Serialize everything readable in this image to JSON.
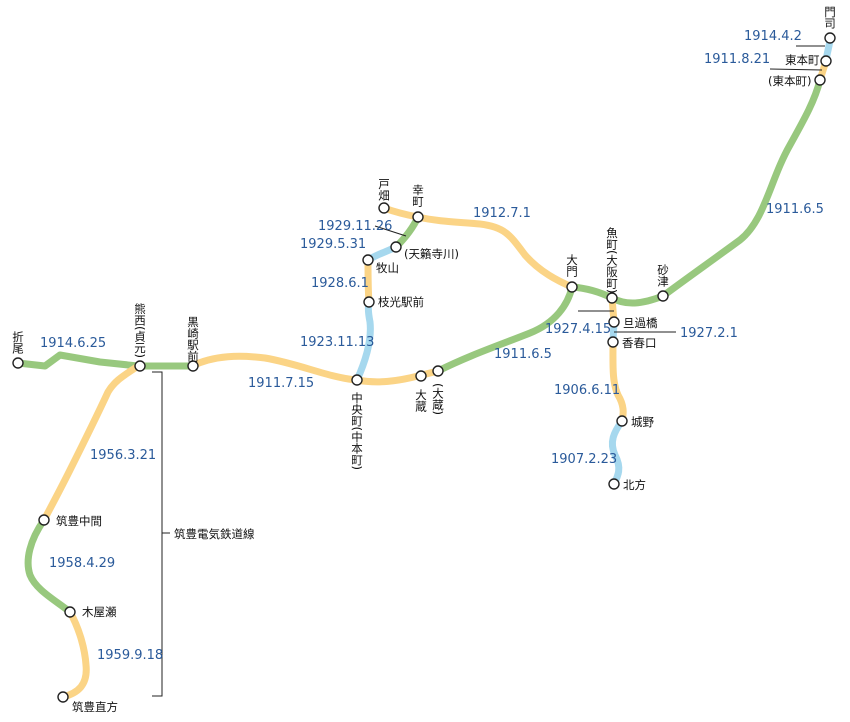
{
  "colors": {
    "green": "#98c87e",
    "yellow": "#fbd486",
    "blue": "#a6d8ee",
    "date": "#2a5a9a"
  },
  "stations": {
    "oriо": "折尾",
    "kumanishi": "熊西(貞元)",
    "kurosaki": "黒崎駅前",
    "chuomachi": "中央町(中本町)",
    "okura": "大蔵",
    "okura_old": "(大蔵)",
    "edakomitsu": "枝光駅前",
    "makiyama": "牧山",
    "tenraiji": "(天籟寺川)",
    "tobata": "戸畑",
    "saiwaicho": "幸町",
    "daimon": "大門",
    "uomachi": "魚町(大阪町)",
    "tankabashi": "旦過橋",
    "kasugaguchi": "香春口",
    "johno": "城野",
    "kitagata": "北方",
    "sunatsu": "砂津",
    "higashihonmachi_old": "(東本町)",
    "higashihonmachi": "東本町",
    "moji": "門司",
    "chikuho_nakama": "筑豊中間",
    "kiyase": "木屋瀬",
    "chikuho_nogata": "筑豊直方"
  },
  "dates": {
    "d1": "1914.6.25",
    "d2": "1911.7.15",
    "d3": "1923.11.13",
    "d4": "1928.6.1",
    "d5": "1929.5.31",
    "d6": "1929.11.26",
    "d7": "1912.7.1",
    "d8": "1911.6.5",
    "d9": "1927.4.15",
    "d10": "1927.2.1",
    "d11": "1906.6.11",
    "d12": "1907.2.23",
    "d13": "1911.6.5",
    "d14": "1911.8.21",
    "d15": "1914.4.2",
    "d16": "1956.3.21",
    "d17": "1958.4.29",
    "d18": "1959.9.18"
  },
  "bracket_label": "筑豊電気鉄道線"
}
